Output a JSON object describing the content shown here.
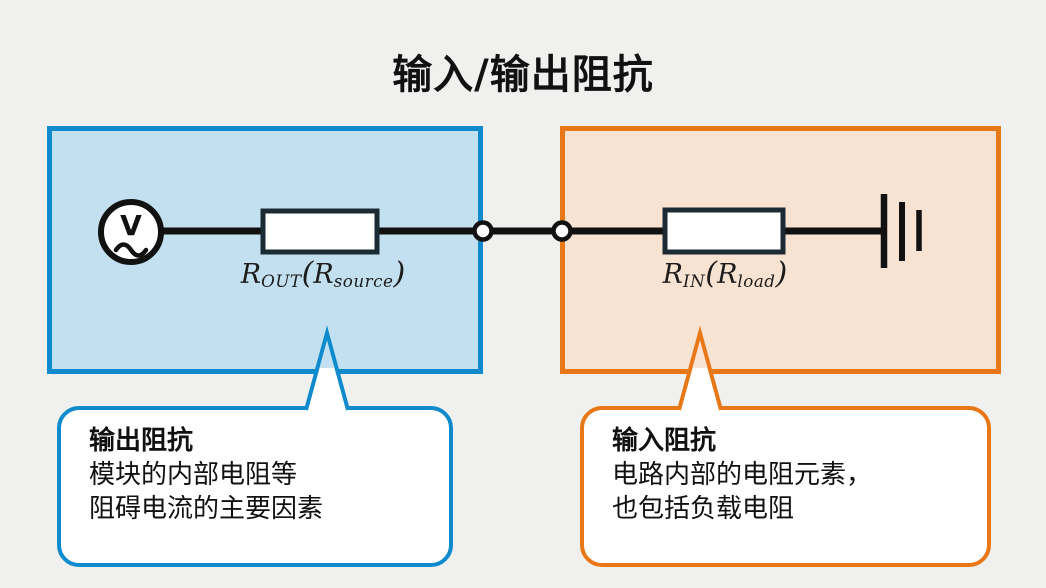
{
  "title": "输入/输出阻抗",
  "colors": {
    "background": "#f0f0ee",
    "output_accent": "#0e8acd",
    "output_fill": "#c2e0ef",
    "input_accent": "#e87817",
    "input_fill": "#f8e2d2",
    "circuit_line": "#111111",
    "resistor_border": "#1b2b33"
  },
  "diagram": {
    "output_box": {
      "source_label": "V",
      "resistor_label": {
        "base": "R",
        "sub": "OUT",
        "open": "(",
        "arg": "R",
        "arg_sub": "source",
        "close": ")"
      }
    },
    "input_box": {
      "resistor_label": {
        "base": "R",
        "sub": "IN",
        "open": "(",
        "arg": "R",
        "arg_sub": "load",
        "close": ")"
      }
    }
  },
  "callouts": {
    "output": {
      "title": "输出阻抗",
      "line1": "模块的内部电阻等",
      "line2": "阻碍电流的主要因素"
    },
    "input": {
      "title": "输入阻抗",
      "line1": "电路内部的电阻元素，",
      "line2": "也包括负载电阻"
    }
  }
}
